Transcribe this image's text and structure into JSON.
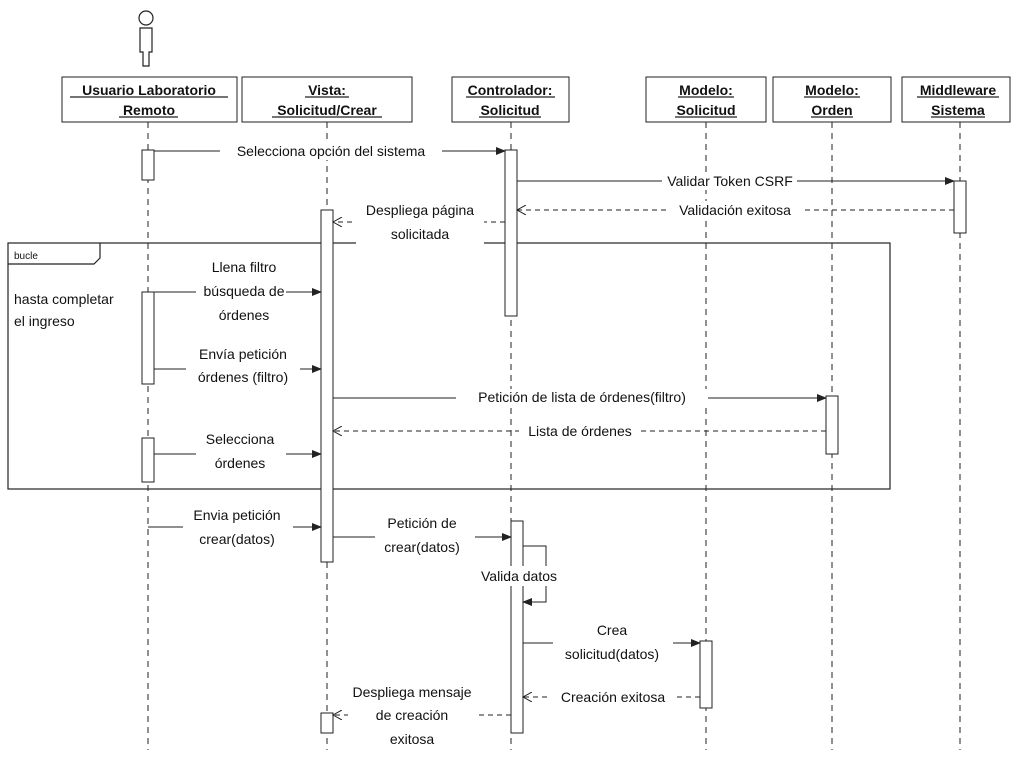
{
  "participants": {
    "usuario": {
      "line1": "Usuario Laboratorio",
      "line2": "Remoto"
    },
    "vista": {
      "line1": "Vista:",
      "line2": "Solicitud/Crear"
    },
    "controlador": {
      "line1": "Controlador:",
      "line2": "Solicitud"
    },
    "modelo_solicitud": {
      "line1": "Modelo:",
      "line2": "Solicitud"
    },
    "modelo_orden": {
      "line1": "Modelo:",
      "line2": "Orden"
    },
    "middleware": {
      "line1": "Middleware",
      "line2": "Sistema"
    }
  },
  "fragment": {
    "tag": "bucle",
    "guard_line1": "hasta completar",
    "guard_line2": "el ingreso"
  },
  "messages": {
    "selecciona_opcion": "Selecciona opción del sistema",
    "validar_token": "Validar Token CSRF",
    "validacion_exitosa": "Validación exitosa",
    "despliega_pagina_1": "Despliega página",
    "despliega_pagina_2": "solicitada",
    "llena_filtro_1": "Llena filtro",
    "llena_filtro_2": "búsqueda de",
    "llena_filtro_3": "órdenes",
    "envia_peticion_1": "Envía petición",
    "envia_peticion_2": "órdenes (filtro)",
    "peticion_lista": "Petición de lista de órdenes(filtro)",
    "lista_ordenes": "Lista de órdenes",
    "selecciona_1": "Selecciona",
    "selecciona_2": "órdenes",
    "envia_crear_1": "Envia petición",
    "envia_crear_2": "crear(datos)",
    "peticion_crear_1": "Petición de",
    "peticion_crear_2": "crear(datos)",
    "valida_datos": "Valida datos",
    "crea_1": "Crea",
    "crea_2": "solicitud(datos)",
    "creacion_exitosa": "Creación exitosa",
    "despliega_mensaje_1": "Despliega mensaje",
    "despliega_mensaje_2": "de creación",
    "despliega_mensaje_3": "exitosa"
  }
}
